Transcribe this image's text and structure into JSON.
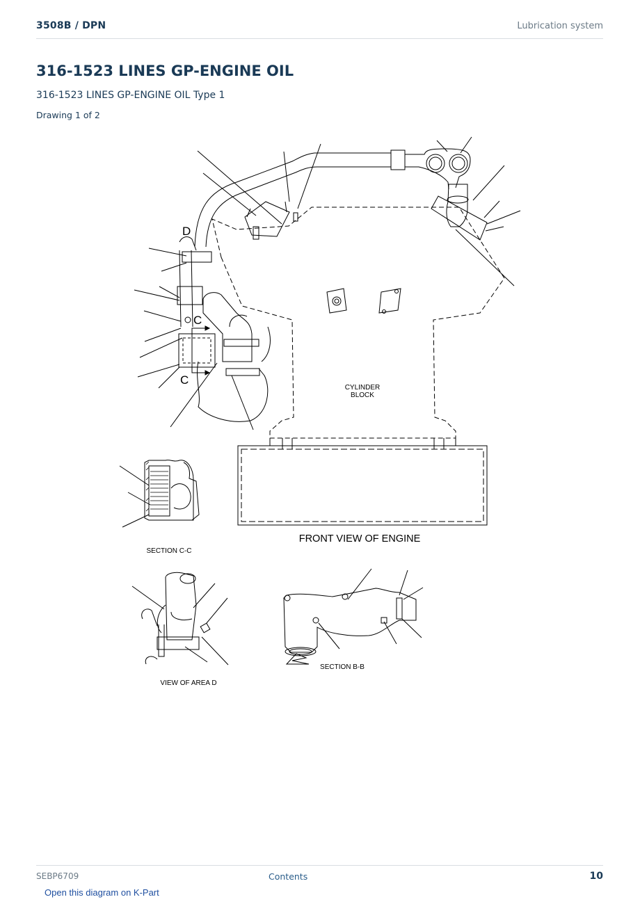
{
  "header": {
    "model": "3508B  /  DPN",
    "section": "Lubrication system"
  },
  "title": "316-1523 LINES GP-ENGINE OIL",
  "subtitle": "316-1523 LINES GP-ENGINE OIL Type 1",
  "drawing_label": "Drawing 1 of 2",
  "diagram": {
    "labels": {
      "d_marker": "D",
      "c_marker_top": "C",
      "c_marker_bottom": "C",
      "cylinder_block_line1": "CYLINDER",
      "cylinder_block_line2": "BLOCK",
      "front_view": "FRONT VIEW OF ENGINE",
      "section_cc": "SECTION C-C",
      "view_area_d": "VIEW OF AREA D",
      "section_bb": "SECTION B-B"
    }
  },
  "footer": {
    "doc_id": "SEBP6709",
    "contents_link": "Contents",
    "page_number": "10",
    "kpart_link": "Open this diagram on K-Part"
  }
}
